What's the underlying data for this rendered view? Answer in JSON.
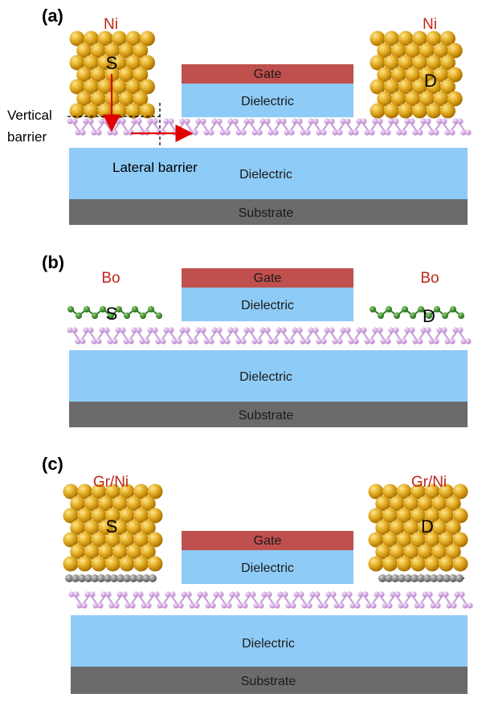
{
  "colors": {
    "gate": "#c0504d",
    "dielectric": "#8ecbf6",
    "substrate": "#6b6b6b",
    "gold_atom": "#d49a16",
    "mos2_atom": "#d9a8e6",
    "borophene_atom": "#3a8a2a",
    "graphene_atom": "#888888",
    "arrow": "#e00000",
    "label_red": "#c0261c"
  },
  "panels": [
    {
      "id": "a",
      "label": "(a)",
      "metal_left": "Ni",
      "metal_right": "Ni",
      "source": "S",
      "drain": "D",
      "gate": "Gate",
      "top_dielectric": "Dielectric",
      "bottom_dielectric": "Dielectric",
      "substrate": "Substrate",
      "annotations": {
        "vertical_1": "Vertical",
        "vertical_2": "barrier",
        "lateral": "Lateral barrier"
      }
    },
    {
      "id": "b",
      "label": "(b)",
      "metal_left": "Bo",
      "metal_right": "Bo",
      "source": "S",
      "drain": "D",
      "gate": "Gate",
      "top_dielectric": "Dielectric",
      "bottom_dielectric": "Dielectric",
      "substrate": "Substrate"
    },
    {
      "id": "c",
      "label": "(c)",
      "metal_left": "Gr/Ni",
      "metal_right": "Gr/Ni",
      "source": "S",
      "drain": "D",
      "gate": "Gate",
      "top_dielectric": "Dielectric",
      "bottom_dielectric": "Dielectric",
      "substrate": "Substrate"
    }
  ]
}
